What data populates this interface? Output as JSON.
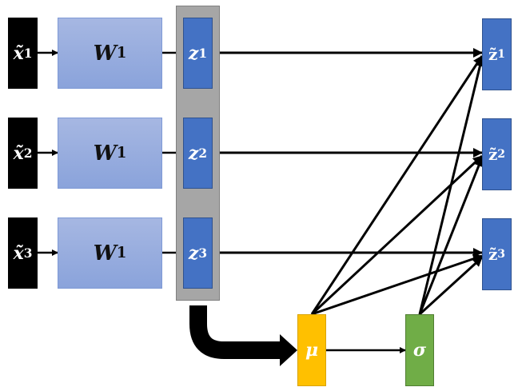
{
  "diagram": {
    "inputs": [
      {
        "base": "x̃",
        "sup": "1"
      },
      {
        "base": "x̃",
        "sup": "2"
      },
      {
        "base": "x̃",
        "sup": "3"
      }
    ],
    "weights": [
      {
        "base": "W",
        "sup": "1"
      },
      {
        "base": "W",
        "sup": "1"
      },
      {
        "base": "W",
        "sup": "1"
      }
    ],
    "embeddings": [
      {
        "base": "z",
        "sup": "1"
      },
      {
        "base": "z",
        "sup": "2"
      },
      {
        "base": "z",
        "sup": "3"
      }
    ],
    "outputs": [
      {
        "base": "z̃",
        "sup": "1"
      },
      {
        "base": "z̃",
        "sup": "2"
      },
      {
        "base": "z̃",
        "sup": "3"
      }
    ],
    "mean": {
      "label": "μ"
    },
    "std": {
      "label": "σ"
    },
    "colors": {
      "input": "#000000",
      "weight": "#8faadc",
      "embedding": "#4472c4",
      "group": "#a6a6a6",
      "mean": "#ffc000",
      "std": "#70ad47"
    }
  }
}
